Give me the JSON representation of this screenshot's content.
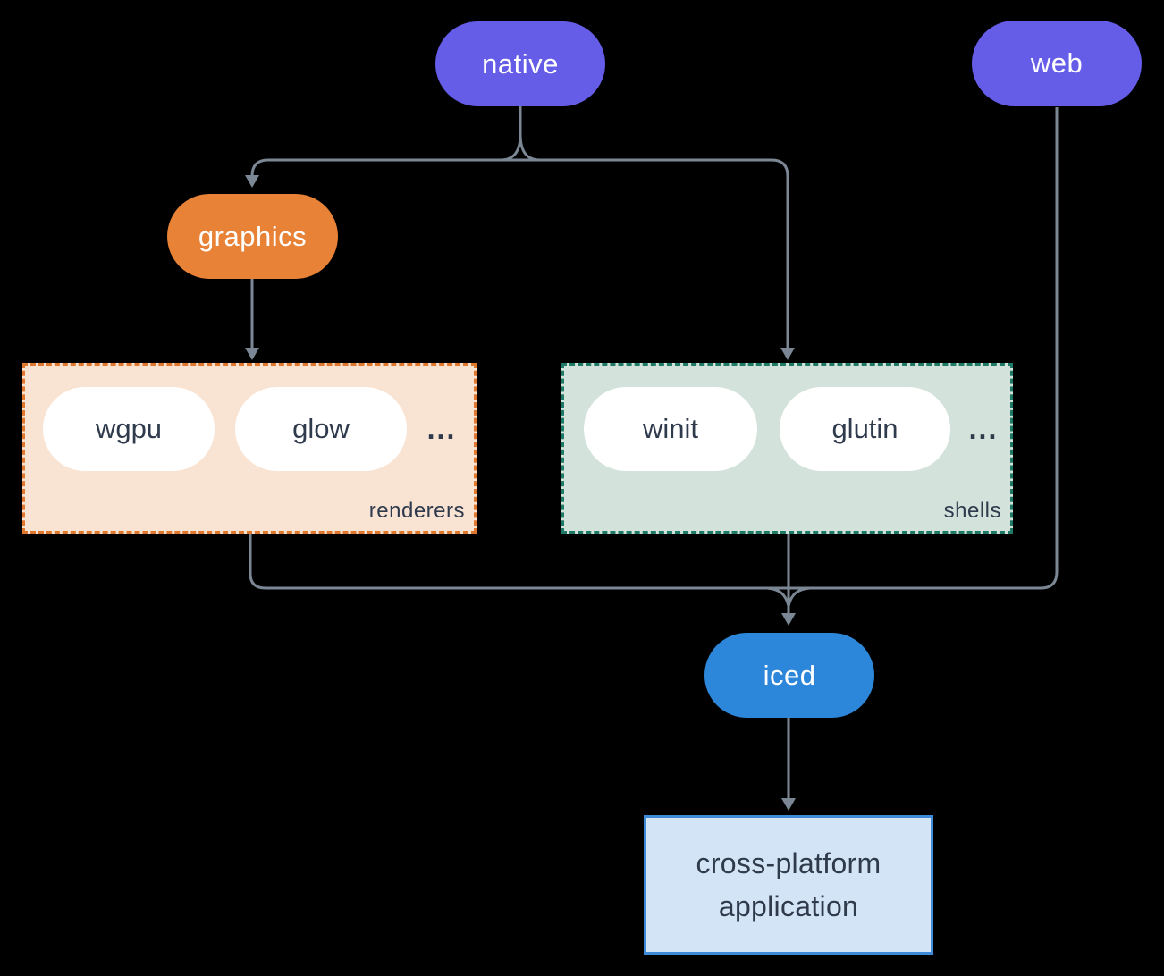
{
  "diagram": {
    "nodes": {
      "native": "native",
      "web": "web",
      "graphics": "graphics",
      "iced": "iced",
      "application": "cross-platform application"
    },
    "groups": {
      "renderers": {
        "label": "renderers",
        "items": [
          "wgpu",
          "glow"
        ],
        "more": "..."
      },
      "shells": {
        "label": "shells",
        "items": [
          "winit",
          "glutin"
        ],
        "more": "..."
      }
    },
    "colors": {
      "platform_pill": "#655ce8",
      "graphics_pill": "#e88237",
      "iced_pill": "#2c87da",
      "renderers_fill": "#f9e4d3",
      "renderers_border": "#e0772e",
      "shells_fill": "#d3e2db",
      "shells_border": "#1e7a66",
      "application_fill": "#d4e4f7",
      "application_border": "#3d8ad8",
      "connector": "#7b8794",
      "dark_text": "#2f3b4d",
      "background": "#000000"
    }
  }
}
